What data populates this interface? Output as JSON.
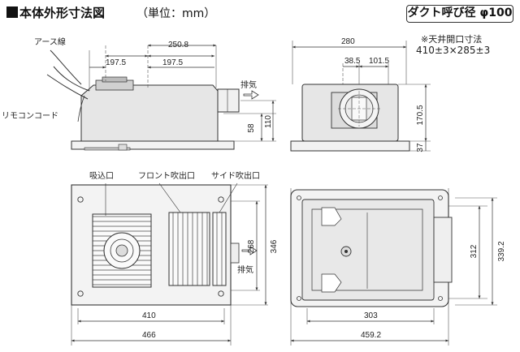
{
  "header": {
    "title": "本体外形寸法図",
    "unit": "（単位：mm）",
    "duct_badge": "ダクト呼び径 φ100",
    "ceiling_note_1": "※天井開口寸法",
    "ceiling_note_2": "410±3×285±3"
  },
  "side_view": {
    "earth_wire": "アース線",
    "remote_cord": "リモコンコード",
    "exhaust": "排気",
    "dim_250_8": "250.8",
    "dim_197_5_a": "197.5",
    "dim_197_5_b": "197.5",
    "dim_58": "58",
    "dim_110": "110"
  },
  "end_view": {
    "dim_280": "280",
    "dim_38_5": "38.5",
    "dim_101_5": "101.5",
    "dim_170_5": "170.5",
    "dim_37": "37"
  },
  "front_view": {
    "intake": "吸込口",
    "front_outlet": "フロント吹出口",
    "side_outlet": "サイド吹出口",
    "exhaust": "排気",
    "dim_268": "268",
    "dim_346": "346",
    "dim_410": "410",
    "dim_466": "466"
  },
  "back_view": {
    "dim_312": "312",
    "dim_339_2": "339.2",
    "dim_303": "303",
    "dim_459_2": "459.2"
  },
  "colors": {
    "line": "#333333",
    "panel": "#f2f2f2",
    "body": "#e6e6e6"
  }
}
